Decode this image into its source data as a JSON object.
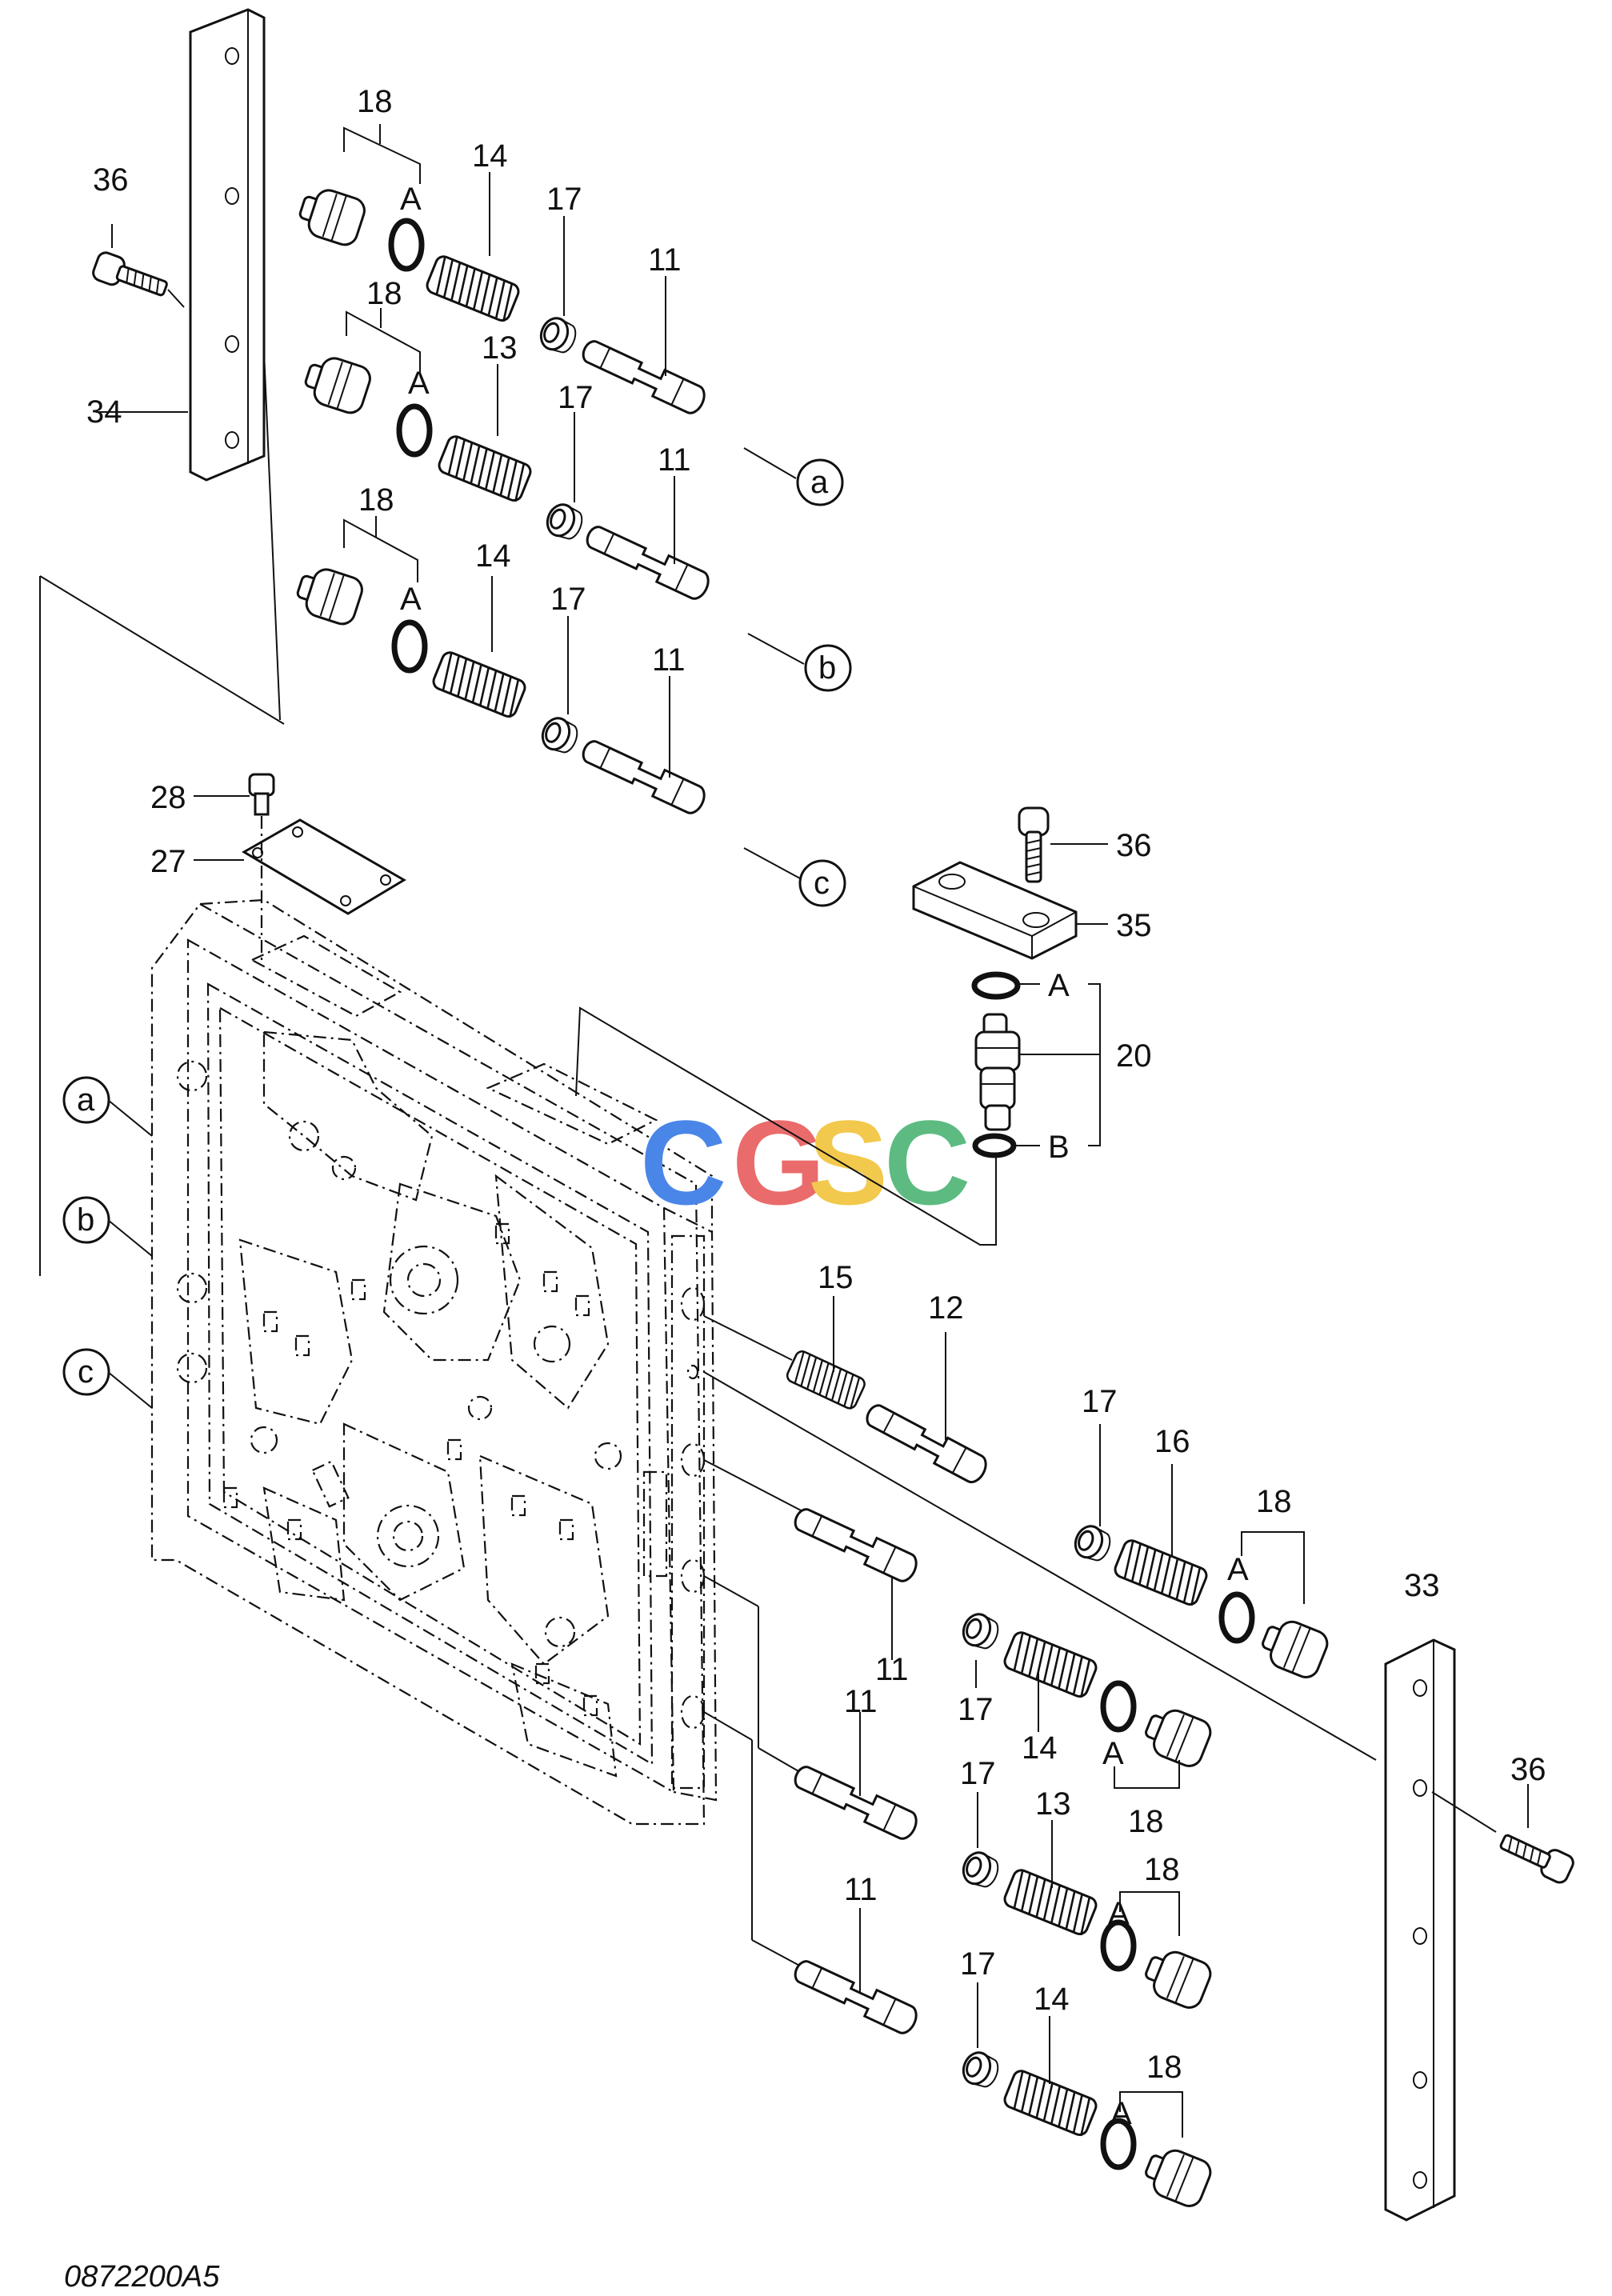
{
  "drawing_code": "0872200A5",
  "watermark": {
    "letters": [
      "C",
      "G",
      "S",
      "C"
    ],
    "colors": [
      "#4a86e8",
      "#ea6b6b",
      "#f2c94c",
      "#5dbb82"
    ]
  },
  "part_numbers": {
    "n11": "11",
    "n12": "12",
    "n13": "13",
    "n14": "14",
    "n15": "15",
    "n16": "16",
    "n17": "17",
    "n18": "18",
    "n20": "20",
    "n27": "27",
    "n28": "28",
    "n33": "33",
    "n34": "34",
    "n35": "35",
    "n36": "36"
  },
  "seal_codes": {
    "a_upper": "A",
    "b_upper": "B"
  },
  "port_links": {
    "a": "a",
    "b": "b",
    "c": "c"
  },
  "icons": {
    "housing": "valve-body-icon",
    "spool": "spool-icon",
    "spring": "spring-icon",
    "plug": "plug-icon",
    "oring": "o-ring-icon",
    "bolt": "bolt-icon",
    "plate": "plate-icon"
  }
}
